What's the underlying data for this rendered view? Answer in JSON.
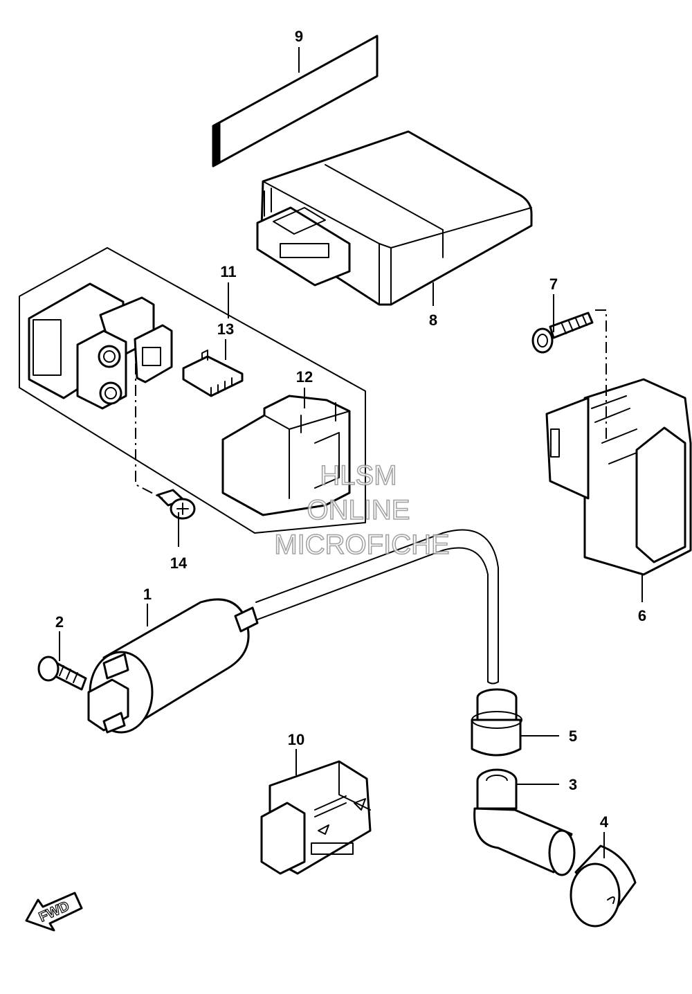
{
  "diagram": {
    "callouts": [
      {
        "id": "1",
        "label": "1"
      },
      {
        "id": "2",
        "label": "2"
      },
      {
        "id": "3",
        "label": "3"
      },
      {
        "id": "4",
        "label": "4"
      },
      {
        "id": "5",
        "label": "5"
      },
      {
        "id": "6",
        "label": "6"
      },
      {
        "id": "7",
        "label": "7"
      },
      {
        "id": "8",
        "label": "8"
      },
      {
        "id": "9",
        "label": "9"
      },
      {
        "id": "10",
        "label": "10"
      },
      {
        "id": "11",
        "label": "11"
      },
      {
        "id": "12",
        "label": "12"
      },
      {
        "id": "13",
        "label": "13"
      },
      {
        "id": "14",
        "label": "14"
      }
    ],
    "watermark": {
      "line1": "HLSM",
      "line2": "ONLINE",
      "line3": "MICROFICHE"
    },
    "direction_marker": "FWD"
  },
  "colors": {
    "line": "#000000",
    "background": "#ffffff",
    "watermark_outline": "#8c8c8c"
  }
}
